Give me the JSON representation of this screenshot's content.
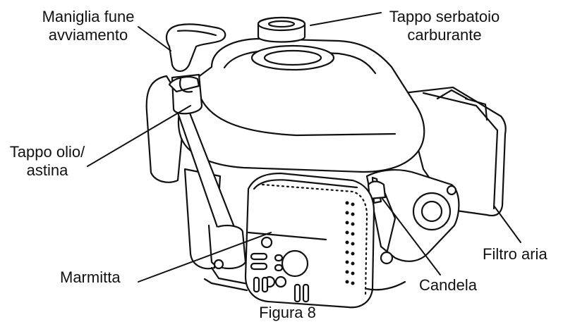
{
  "labels": {
    "starter_handle": "Maniglia fune\navviamento",
    "fuel_cap": "Tappo serbatoio\ncarburante",
    "oil_cap": "Tappo olio/\nastina",
    "muffler": "Marmitta",
    "spark_plug": "Candela",
    "air_filter": "Filtro aria"
  },
  "caption": "Figura 8"
}
